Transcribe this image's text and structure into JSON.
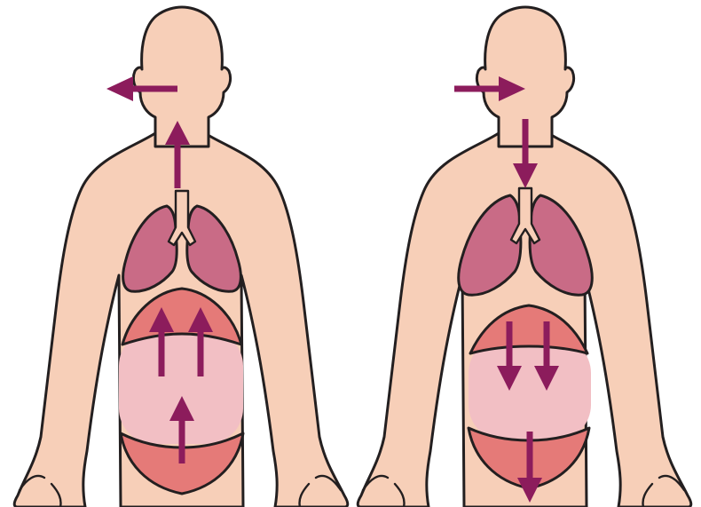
{
  "colors": {
    "background": "#ffffff",
    "skin": "#f7cfb8",
    "outline": "#231f20",
    "lungs": "#c96b86",
    "abdomen": "#f2bfc4",
    "diaphragm": "#e57a78",
    "arrow": "#8c1c5c"
  },
  "figures": [
    {
      "id": "exhale",
      "arrows": [
        {
          "id": "air-out",
          "direction": "left"
        },
        {
          "id": "trachea-up",
          "direction": "up"
        },
        {
          "id": "diaphragm-up-left",
          "direction": "up"
        },
        {
          "id": "diaphragm-up-right",
          "direction": "up"
        },
        {
          "id": "abdomen-up",
          "direction": "up"
        }
      ]
    },
    {
      "id": "inhale",
      "arrows": [
        {
          "id": "air-in",
          "direction": "right"
        },
        {
          "id": "trachea-down",
          "direction": "down"
        },
        {
          "id": "diaphragm-down-left",
          "direction": "down"
        },
        {
          "id": "diaphragm-down-right",
          "direction": "down"
        },
        {
          "id": "abdomen-down",
          "direction": "down"
        }
      ]
    }
  ]
}
